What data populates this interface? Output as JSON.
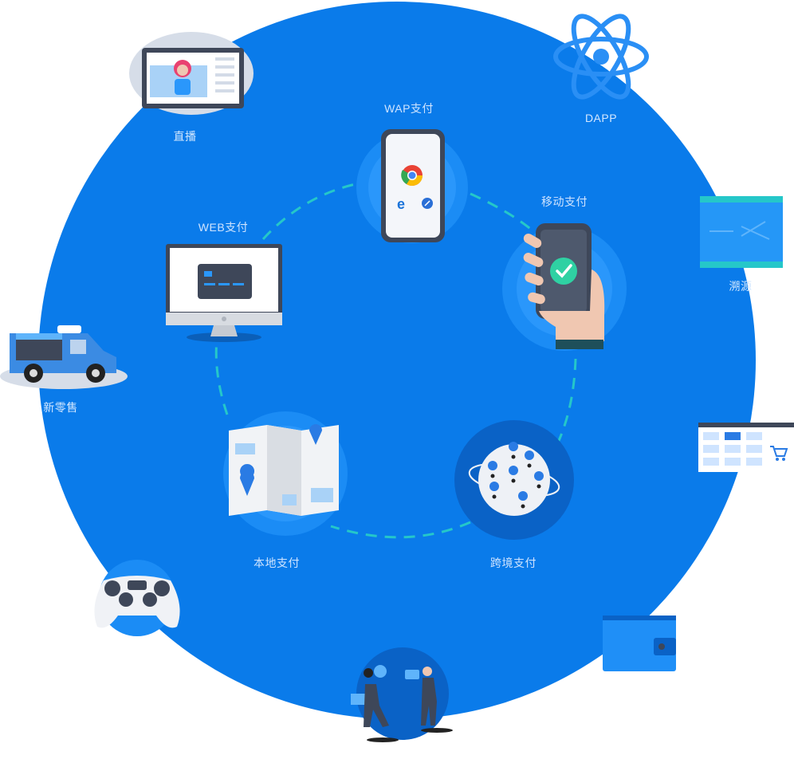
{
  "center_items": [
    {
      "id": "wap",
      "label": "WAP支付"
    },
    {
      "id": "mobile",
      "label": "移动支付"
    },
    {
      "id": "cross",
      "label": "跨境支付"
    },
    {
      "id": "local",
      "label": "本地支付"
    },
    {
      "id": "web",
      "label": "WEB支付"
    }
  ],
  "outer_items": [
    {
      "id": "live",
      "label": "直播"
    },
    {
      "id": "dapp",
      "label": "DAPP"
    },
    {
      "id": "trace",
      "label": "溯源"
    },
    {
      "id": "retail",
      "label": "新零售"
    },
    {
      "id": "ecommerce",
      "label": ""
    },
    {
      "id": "game",
      "label": ""
    },
    {
      "id": "wallet",
      "label": ""
    },
    {
      "id": "social",
      "label": ""
    }
  ],
  "colors": {
    "circle": "#0a7bea",
    "ring": "#25c7c9",
    "halo": "#1b8cf5",
    "dark": "#3e4759"
  }
}
